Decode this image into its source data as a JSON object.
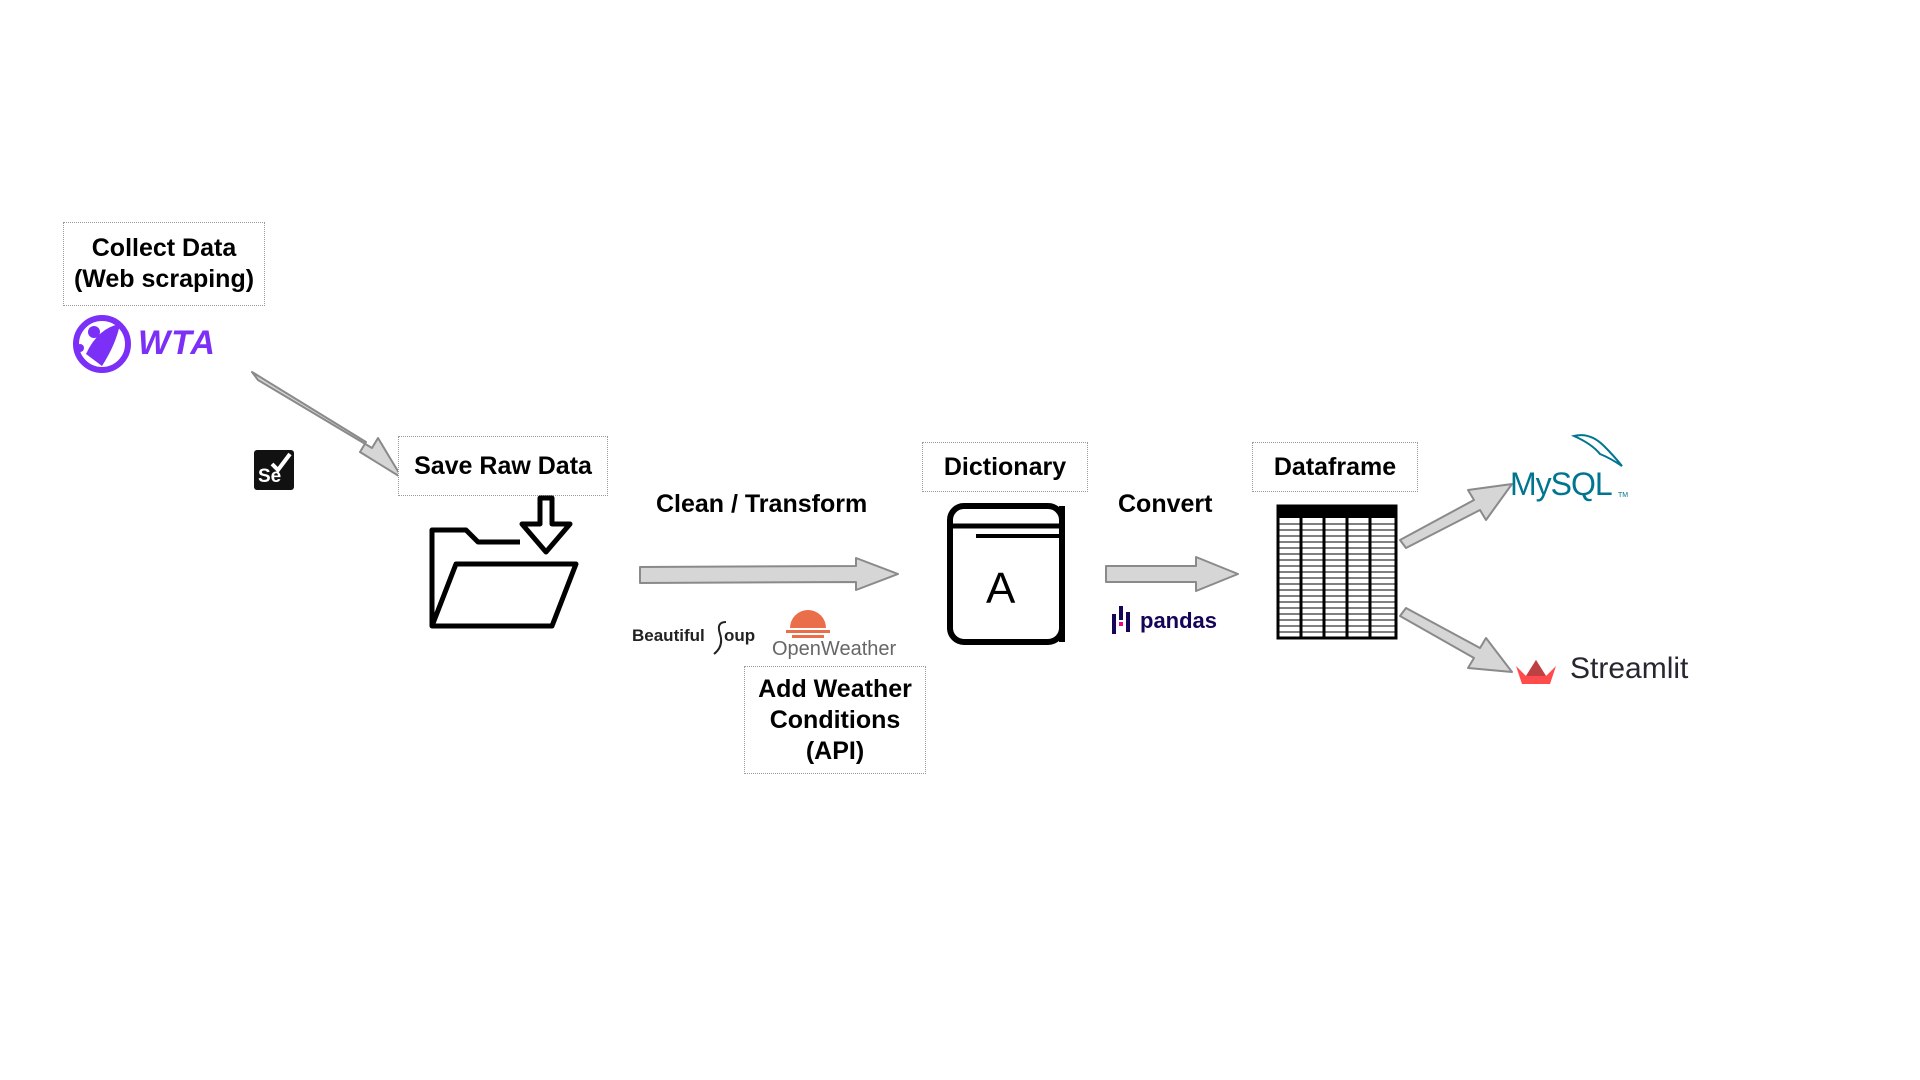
{
  "steps": {
    "collect": {
      "line1": "Collect Data",
      "line2": "(Web scraping)"
    },
    "save_raw": {
      "label": "Save Raw Data"
    },
    "clean": {
      "label": "Clean / Transform"
    },
    "weather": {
      "line1": "Add Weather",
      "line2": "Conditions",
      "line3": "(API)"
    },
    "dictionary": {
      "label": "Dictionary",
      "icon_letter": "A"
    },
    "convert": {
      "label": "Convert"
    },
    "dataframe": {
      "label": "Dataframe"
    }
  },
  "logos": {
    "wta": {
      "text": "WTA",
      "color": "#7b2ff7"
    },
    "selenium": {
      "text": "Se",
      "color": "#000000"
    },
    "beautifulsoup": {
      "text": "Beautiful",
      "text2": "oup"
    },
    "openweather": {
      "text": "OpenWeather",
      "color": "#eb6e4b"
    },
    "pandas": {
      "text": "pandas",
      "color": "#150458"
    },
    "mysql": {
      "text_my": "MySQL",
      "tm": "TM",
      "color_my": "#00758f",
      "color_sql": "#f29111"
    },
    "streamlit": {
      "text": "Streamlit",
      "color": "#ff4b4b"
    }
  },
  "colors": {
    "arrow_fill": "#d6d6d6",
    "arrow_stroke": "#8a8a8a",
    "box_border": "#9a9a9a"
  }
}
